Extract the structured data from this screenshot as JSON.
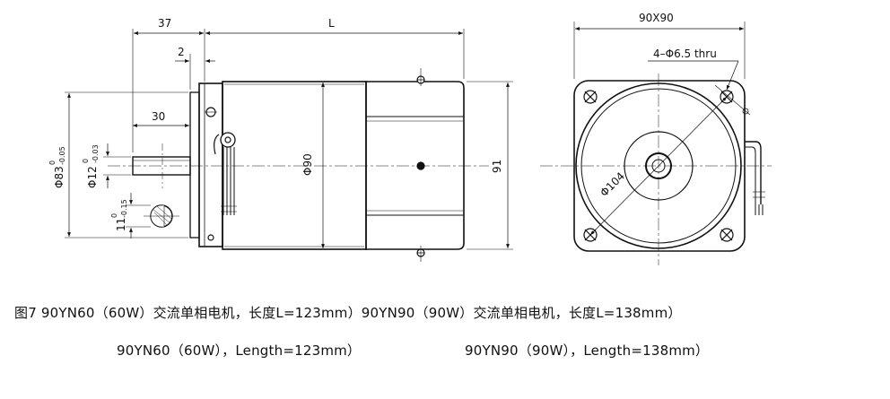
{
  "dimensions": {
    "shaft_length": "37",
    "body_length": "L",
    "flange_width": "90X90",
    "key_offset": "2",
    "key_length": "30",
    "mount_holes": "4–Φ6.5 thru",
    "pilot_dia": "Φ83",
    "pilot_dia_tol_upper": "0",
    "pilot_dia_tol_lower": "-0.05",
    "shaft_dia": "Φ12",
    "shaft_dia_tol_upper": "0",
    "shaft_dia_tol_lower": "-0.03",
    "key_height": "11",
    "key_height_tol_upper": "0",
    "key_height_tol_lower": "-0.15",
    "body_dia": "Φ90",
    "height": "91",
    "bolt_circle": "Φ104"
  },
  "caption": {
    "line1": "图7  90YN60（60W）交流单相电机，长度L=123mm）90YN90（90W）交流单相电机，长度L=138mm）",
    "line2a": "90YN60（60W），Length=123mm）",
    "line2b": "90YN90（90W），Length=138mm）"
  }
}
